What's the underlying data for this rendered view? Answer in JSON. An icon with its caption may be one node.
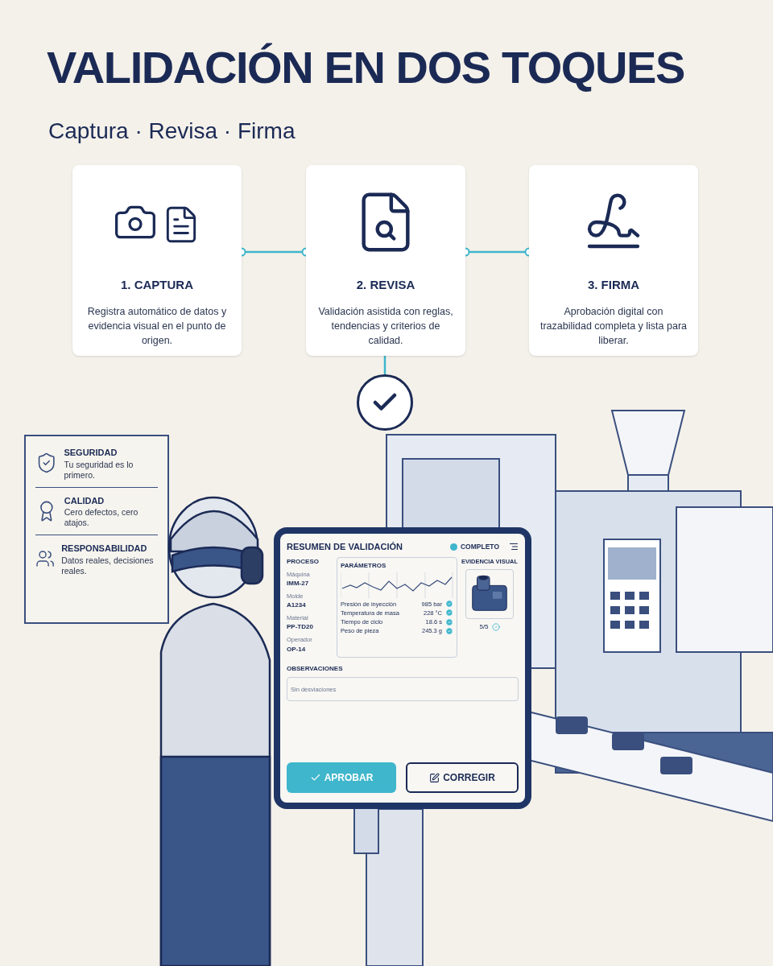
{
  "diagram": {
    "title": "VALIDACIÓN EN DOS TOQUES",
    "nodes": [
      {
        "text": [
          "1. CAPTURA",
          "Registra automático de datos y evidencia visual en el punto de origen."
        ]
      },
      {
        "text": [
          "2. REVISA",
          "Validación asistida con reglas, tendencias y criterios de calidad."
        ]
      },
      {
        "text": [
          "3. FIRMA",
          "Aprobación digital con trazabilidad completa y lista para liberar."
        ]
      },
      {
        "text": [],
        "shape": "circle"
      }
    ],
    "edges": [
      {
        "from": 0,
        "to": 1,
        "arrow": "other"
      },
      {
        "from": 1,
        "to": 2,
        "arrow": "other"
      },
      {
        "from": 1,
        "to": 3,
        "arrow": "none"
      }
    ],
    "labels": [
      "Captura · Revisa · Firma",
      "SEGURIDAD",
      "Tu seguridad es lo primero.",
      "CALIDAD",
      "Cero defectos, cero atajos.",
      "RESPONSABILIDAD",
      "Datos reales, decisiones reales.",
      "RESUMEN DE VALIDACIÓN",
      "COMPLETO",
      "PROCESO",
      "Máquina",
      "IMM-27",
      "Molde",
      "A1234",
      "Material",
      "PP-TD20",
      "Operador",
      "OP-14",
      "PARÁMETROS",
      "Presión de inyección",
      "985 bar",
      "Temperatura de masa",
      "228 °C",
      "Tiempo de ciclo",
      "18.6 s",
      "Peso de pieza",
      "245.3 g",
      "EVIDENCIA VISUAL",
      "5/5",
      "OBSERVACIONES",
      "Sin desviaciones",
      "APROBAR",
      "CORREGIR"
    ]
  }
}
